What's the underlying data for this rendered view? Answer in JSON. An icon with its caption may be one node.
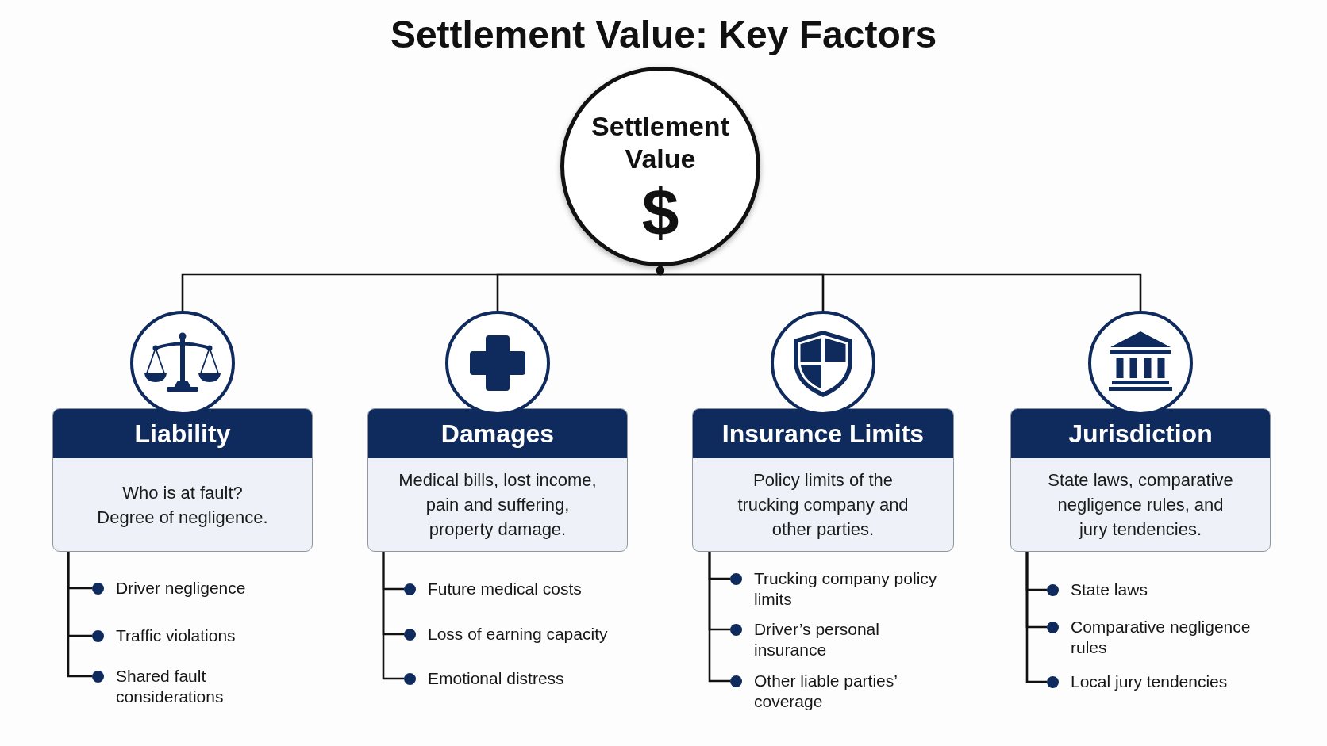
{
  "diagram": {
    "title": "Settlement Value: Key Factors",
    "nodes": [
      {
        "text": [
          "Settlement Value",
          "$"
        ]
      },
      {
        "text": [
          "Liability",
          "Who is at fault? Degree of negligence."
        ]
      },
      {
        "text": [
          "Damages",
          "Medical bills, lost income, pain and suffering, property damage."
        ]
      },
      {
        "text": [
          "Insurance Limits",
          "Policy limits of the trucking company and other parties."
        ]
      },
      {
        "text": [
          "Jurisdiction",
          "State laws, comparative negligence rules, and jury tendencies."
        ]
      },
      {
        "text": [
          "Driver negligence"
        ]
      },
      {
        "text": [
          "Traffic violations"
        ]
      },
      {
        "text": [
          "Shared fault considerations"
        ]
      },
      {
        "text": [
          "Future medical costs"
        ]
      },
      {
        "text": [
          "Loss of earning capacity"
        ]
      },
      {
        "text": [
          "Emotional distress"
        ]
      },
      {
        "text": [
          "Trucking company policy limits"
        ]
      },
      {
        "text": [
          "Driver’s personal insurance"
        ]
      },
      {
        "text": [
          "Other liable parties’ coverage"
        ]
      },
      {
        "text": [
          "State laws"
        ]
      },
      {
        "text": [
          "Comparative negligence rules"
        ]
      },
      {
        "text": [
          "Local jury tendencies"
        ]
      }
    ],
    "edges": [
      {
        "from": 0,
        "to": 1,
        "arrow": "other"
      },
      {
        "from": 0,
        "to": 2,
        "arrow": "other"
      },
      {
        "from": 0,
        "to": 3,
        "arrow": "other"
      },
      {
        "from": 0,
        "to": 4,
        "arrow": "other"
      },
      {
        "from": 1,
        "to": 5,
        "arrow": "none"
      },
      {
        "from": 1,
        "to": 6,
        "arrow": "none"
      },
      {
        "from": 1,
        "to": 7,
        "arrow": "none"
      },
      {
        "from": 2,
        "to": 8,
        "arrow": "none"
      },
      {
        "from": 2,
        "to": 9,
        "arrow": "none"
      },
      {
        "from": 2,
        "to": 10,
        "arrow": "none"
      },
      {
        "from": 3,
        "to": 11,
        "arrow": "none"
      },
      {
        "from": 3,
        "to": 12,
        "arrow": "none"
      },
      {
        "from": 3,
        "to": 13,
        "arrow": "none"
      },
      {
        "from": 4,
        "to": 14,
        "arrow": "none"
      },
      {
        "from": 4,
        "to": 15,
        "arrow": "none"
      },
      {
        "from": 4,
        "to": 16,
        "arrow": "none"
      }
    ]
  }
}
